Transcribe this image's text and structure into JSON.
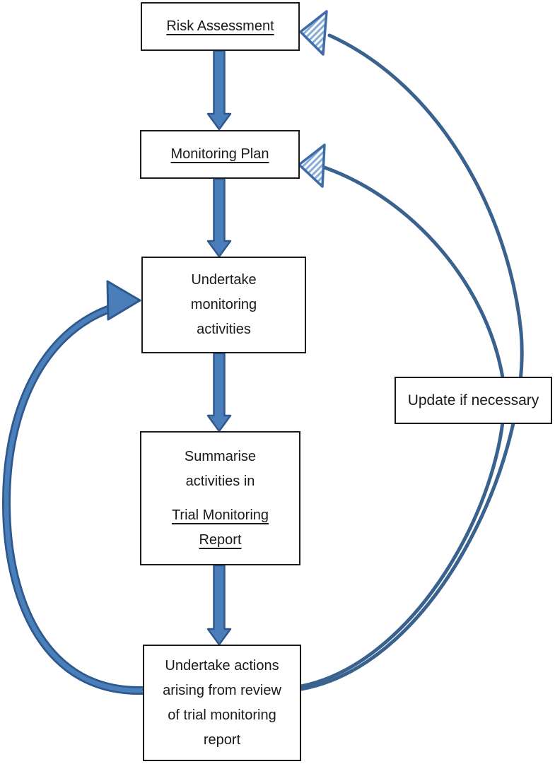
{
  "boxes": {
    "risk": {
      "label": "Risk Assessment"
    },
    "plan": {
      "label": "Monitoring Plan"
    },
    "undertake": {
      "line1": "Undertake",
      "line2": "monitoring",
      "line3": "activities"
    },
    "summarise": {
      "line1": "Summarise",
      "line2": "activities in",
      "line3": "Trial Monitoring",
      "line4": "Report"
    },
    "actions": {
      "line1": "Undertake actions",
      "line2": "arising from review",
      "line3": "of trial monitoring",
      "line4": "report"
    },
    "update": {
      "label": "Update if necessary"
    }
  },
  "colors": {
    "background": "#ffffff",
    "box_border": "#1a1a1a",
    "text": "#1a1a1a",
    "arrow_fill": "#4a7ebb",
    "arrow_border": "#30588c",
    "curve_stroke": "#3a628f",
    "loop_outline": "#2e598e",
    "loop_fill": "#4b7fba",
    "hatch_stripe": "#86add8",
    "hatch_border": "#3f6ca8"
  }
}
